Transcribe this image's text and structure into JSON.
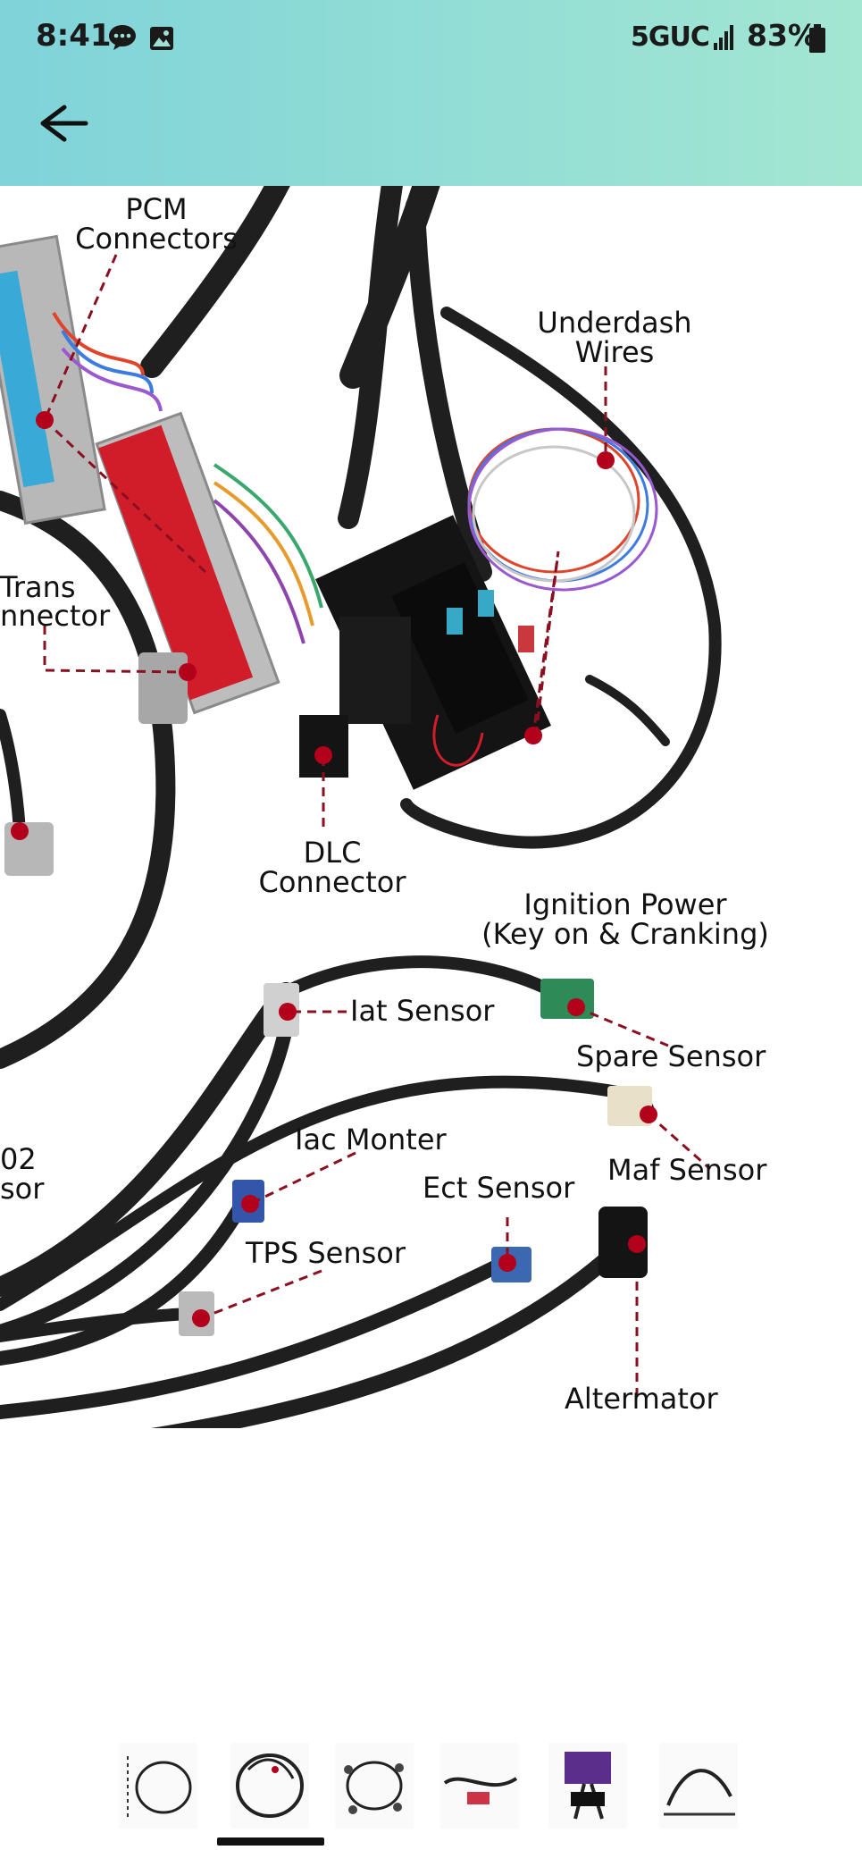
{
  "status_bar": {
    "time": "8:41",
    "network": "5GUC",
    "battery": "83%"
  },
  "diagram": {
    "labels": {
      "pcm_1": "PCM",
      "pcm_2": "Connectors",
      "underdash_1": "Underdash",
      "underdash_2": "Wires",
      "trans_1": "Trans",
      "trans_2": "nnector",
      "dlc_1": "DLC",
      "dlc_2": "Connector",
      "ign_1": "Ignition Power",
      "ign_2": "(Key on & Cranking)",
      "iat": "Iat Sensor",
      "spare": "Spare Sensor",
      "o2_1": "02",
      "o2_2": "sor",
      "iac": "Iac Monter",
      "maf": "Maf Sensor",
      "ect": "Ect Sensor",
      "tps": "TPS Sensor",
      "alt": "Altermator"
    }
  },
  "colors": {
    "header_start": "#7fd3d9",
    "header_end": "#a3e6d2",
    "marker": "#b3001b",
    "cable": "#1f1f1f"
  },
  "gallery": {
    "thumbnail_count": 6,
    "selected_index": 1
  }
}
